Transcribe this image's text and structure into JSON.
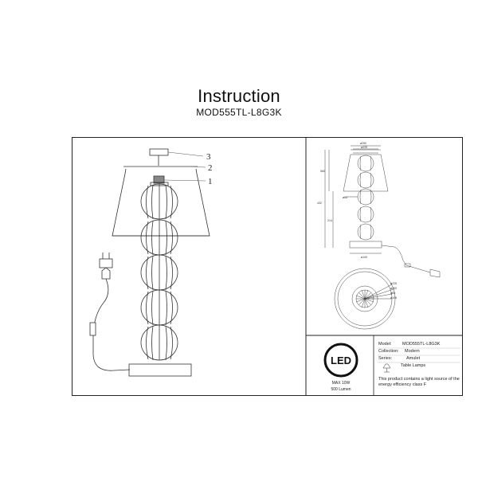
{
  "header": {
    "title": "Instruction",
    "model": "MOD555TL-L8G3K"
  },
  "callouts": [
    "1",
    "2",
    "3"
  ],
  "dimensions": {
    "top_width_1": "ø250",
    "top_width_2": "ø225",
    "height_upper": "560",
    "height_total": "432",
    "height_body": "214",
    "ball_diam": "ø86",
    "base_diam": "ø109",
    "plan_1": "ø225",
    "plan_2": "ø250",
    "plan_3": "ø86",
    "plan_4": "ø108"
  },
  "logo": {
    "text": "LED",
    "power": "MAX 10W",
    "lumen": "500 Lumen"
  },
  "info": {
    "model_label": "Model:",
    "model_value": "MOD555TL-L8G3K",
    "collection_label": "Collection:",
    "collection_value": "Modern",
    "series_label": "Series:",
    "series_value": "Amulet",
    "type_value": "Table Lamps",
    "note": "This product contains a light source of the energy efficiency class F"
  }
}
